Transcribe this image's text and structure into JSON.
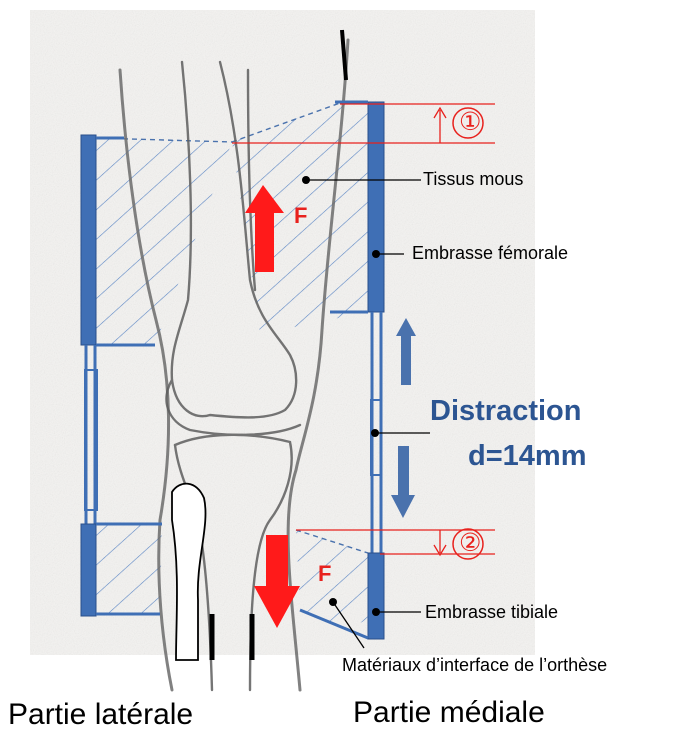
{
  "labels": {
    "tissus": "Tissus mous",
    "femorale": "Embrasse fémorale",
    "tibiale": "Embrasse tibiale",
    "materiaux": "Matériaux d’interface de l’orthèse",
    "lateral": "Partie latérale",
    "medial": "Partie médiale",
    "distraction": "Distraction",
    "distance": "d=14mm",
    "force_top": "F",
    "force_bottom": "F",
    "marker1": "①",
    "marker2": "②"
  },
  "colors": {
    "orthosis": "#3f6fb5",
    "hatch": "#5b86c4",
    "arrow_blue": "#4a72ad",
    "force_red": "#ff1a1a",
    "marker_red": "#e8211d",
    "bone_sketch": "#666666"
  }
}
